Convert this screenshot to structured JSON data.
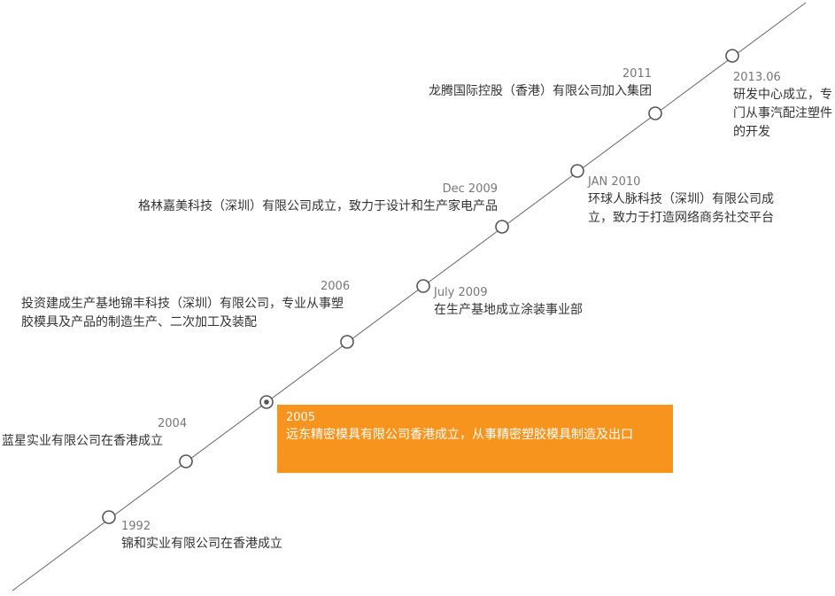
{
  "timeline": {
    "line_color": "#666666",
    "highlight_color": "#f7941d",
    "events": [
      {
        "id": "1992",
        "date": "1992",
        "desc": "锦和实业有限公司在香港成立"
      },
      {
        "id": "2004",
        "date": "2004",
        "desc": "蓝星实业有限公司在香港成立"
      },
      {
        "id": "2005",
        "date": "2005",
        "desc": "远东精密模具有限公司香港成立，从事精密塑胶模具制造及出口",
        "highlighted": true
      },
      {
        "id": "2006",
        "date": "2006",
        "desc": "投资建成生产基地锦丰科技（深圳）有限公司，专业从事塑胶模具及产品的制造生产、二次加工及装配"
      },
      {
        "id": "jul2009",
        "date": "July 2009",
        "desc": "在生产基地成立涂装事业部"
      },
      {
        "id": "dec2009",
        "date": "Dec 2009",
        "desc": "格林嘉美科技（深圳）有限公司成立，致力于设计和生产家电产品"
      },
      {
        "id": "jan2010",
        "date": "JAN 2010",
        "desc": "环球人脉科技（深圳）有限公司成立，致力于打造网络商务社交平台"
      },
      {
        "id": "2011",
        "date": "2011",
        "desc": "龙腾国际控股（香港）有限公司加入集团"
      },
      {
        "id": "2013",
        "date": "2013.06",
        "desc": "研发中心成立，专门从事汽配注塑件的开发"
      }
    ]
  }
}
